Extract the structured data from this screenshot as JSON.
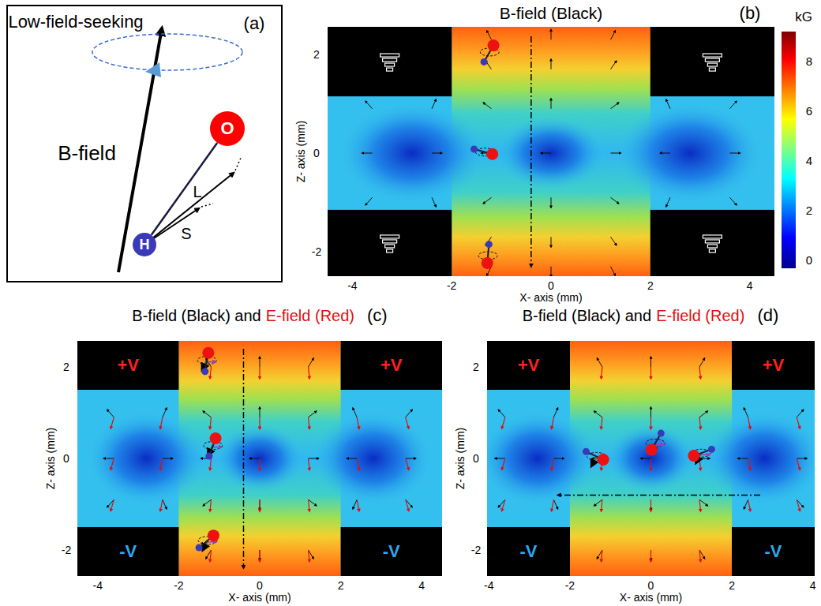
{
  "diagram": {
    "nodes": [
      {
        "text": [
          "Low-field-seeking",
          "(a)"
        ]
      },
      {
        "text": [
          "O"
        ],
        "in": 0
      },
      {
        "text": [
          "H"
        ],
        "in": 0
      },
      {
        "text": [
          "+V"
        ]
      },
      {
        "text": [
          "+V"
        ]
      },
      {
        "text": [
          "-V"
        ]
      },
      {
        "text": [
          "-V"
        ]
      },
      {
        "text": [
          "+V"
        ]
      },
      {
        "text": [
          "+V"
        ]
      },
      {
        "text": [
          "-V"
        ]
      },
      {
        "text": [
          "-V"
        ]
      }
    ],
    "edges": [
      {
        "from": 2,
        "to": 1,
        "arrow": "none"
      }
    ],
    "labels": [
      "B-field",
      "L",
      "S",
      "B-field (Black)",
      "(b)",
      "kG",
      "8",
      "6",
      "4",
      "2",
      "0",
      "2",
      "0",
      "-2",
      "-4",
      "-2",
      "0",
      "2",
      "4",
      "Z- axis (mm)",
      "X- axis (mm)",
      "B-field (Black) and",
      "E-field (Red)",
      "(c)",
      "2",
      "0",
      "-2",
      "-4",
      "-2",
      "0",
      "2",
      "4",
      "Z- axis (mm)",
      "X- axis (mm)",
      "B-field (Black) and",
      "E-field (Red)",
      "(d)",
      "2",
      "0",
      "-2",
      "-4",
      "-2",
      "0",
      "2",
      "4",
      "Z- axis (mm)",
      "X- axis (mm)"
    ]
  }
}
